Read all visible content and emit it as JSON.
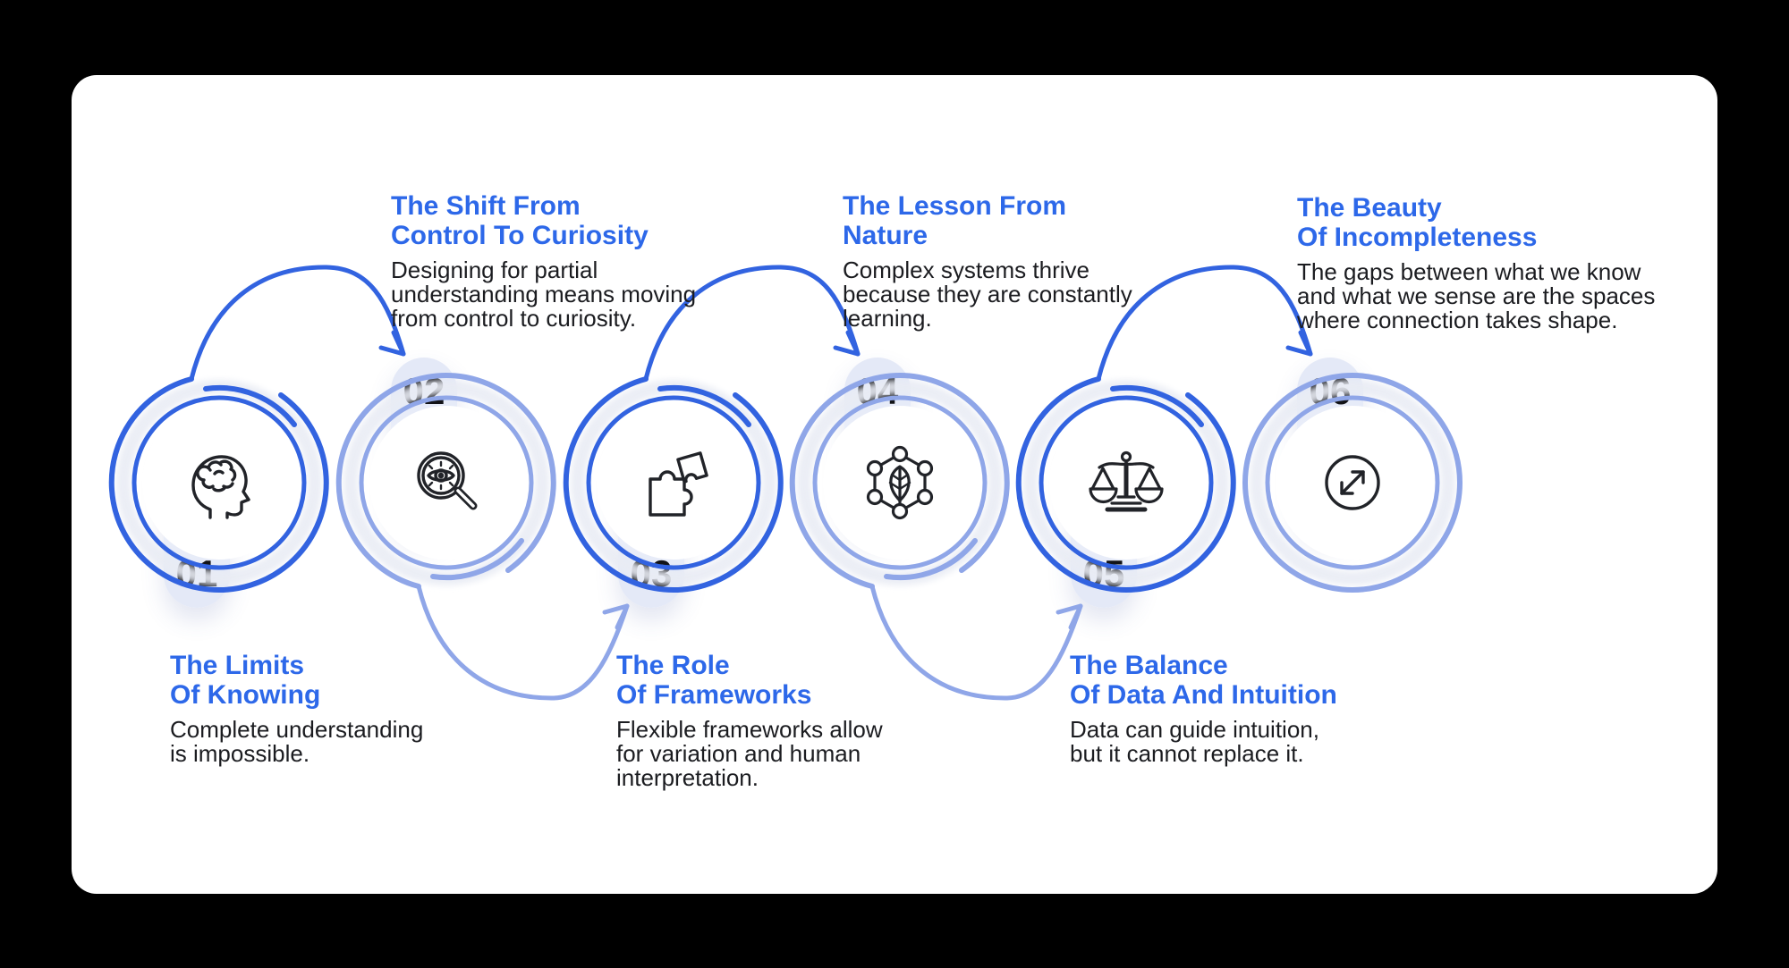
{
  "page": {
    "background": "#000000",
    "card_background": "#ffffff"
  },
  "colors": {
    "title_blue": "#2d68e9",
    "ring_dark_blue": "#3263e0",
    "ring_light_blue": "#8fa6e8",
    "badge_background": "#e4e9f7",
    "body_text": "#1b1c20"
  },
  "steps": [
    {
      "number": "01",
      "icon": "brain-head-icon",
      "title_line1": "The Limits",
      "title_line2": "Of Knowing",
      "description_lines": [
        "Complete understanding",
        "is impossible."
      ]
    },
    {
      "number": "02",
      "icon": "magnifier-eye-icon",
      "title_line1": "The Shift From",
      "title_line2": "Control To Curiosity",
      "description_lines": [
        "Designing for partial",
        "understanding means moving",
        "from control to curiosity."
      ]
    },
    {
      "number": "03",
      "icon": "puzzle-pieces-icon",
      "title_line1": "The Role",
      "title_line2": "Of Frameworks",
      "description_lines": [
        "Flexible frameworks allow",
        "for variation and human",
        "interpretation."
      ]
    },
    {
      "number": "04",
      "icon": "leaf-network-icon",
      "title_line1": "The Lesson From",
      "title_line2": "Nature",
      "description_lines": [
        "Complex systems thrive",
        "because they are constantly",
        "learning."
      ]
    },
    {
      "number": "05",
      "icon": "balance-scales-icon",
      "title_line1": "The Balance",
      "title_line2": "Of Data And Intuition",
      "description_lines": [
        "Data can guide intuition,",
        "but it cannot replace it."
      ]
    },
    {
      "number": "06",
      "icon": "expand-arrows-icon",
      "title_line1": "The Beauty",
      "title_line2": "Of Incompleteness",
      "description_lines": [
        "The gaps between what we know",
        "and what we sense are the spaces",
        "where connection takes shape."
      ]
    }
  ]
}
